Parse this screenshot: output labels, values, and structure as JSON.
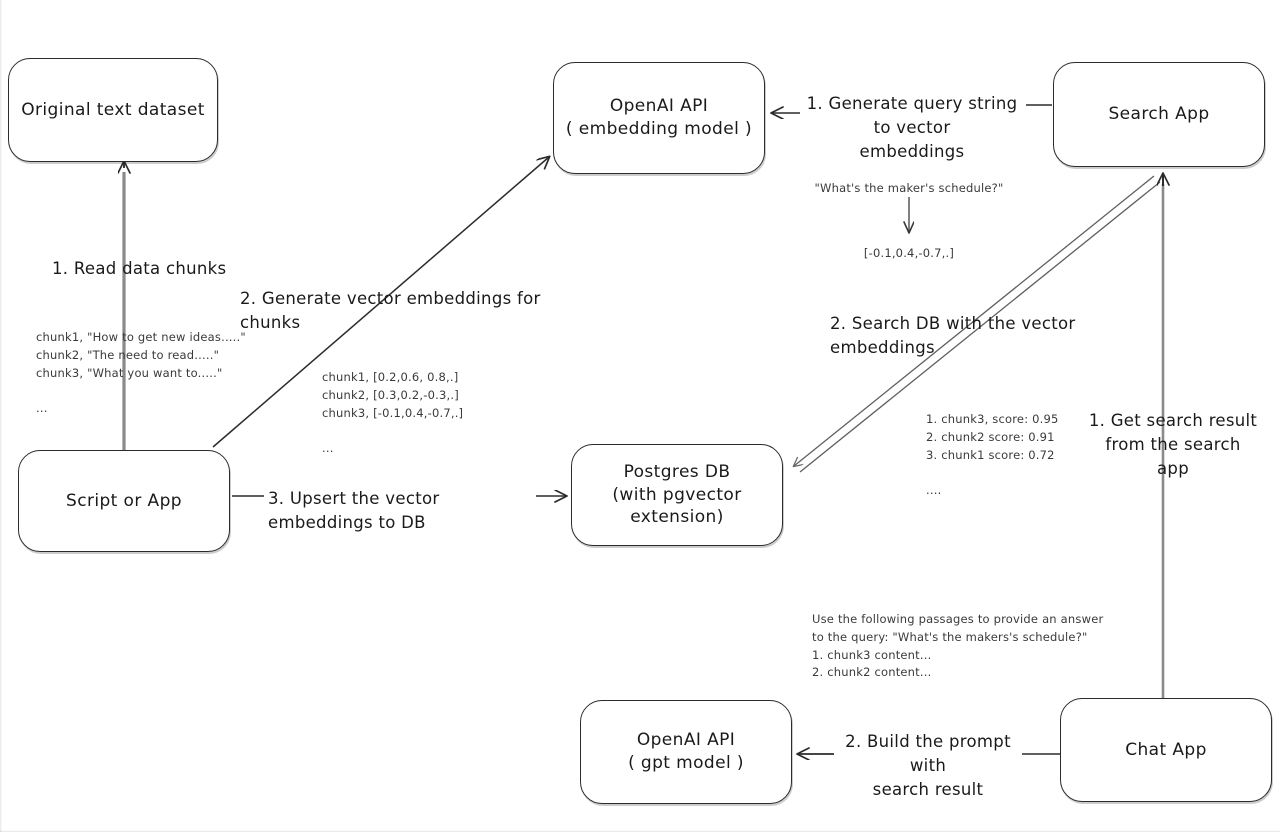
{
  "diagram": {
    "title": "RAG pipeline with OpenAI API and Postgres pgvector",
    "stroke_color": "#2b2b2b",
    "note_color": "#3a3a3a",
    "background": "#ffffff"
  },
  "nodes": {
    "original_dataset": {
      "line1": "Original text dataset",
      "line2": ""
    },
    "script_or_app": {
      "line1": "Script or App",
      "line2": ""
    },
    "openai_embedding": {
      "line1": "OpenAI API",
      "line2": "( embedding model )"
    },
    "postgres_db": {
      "line1": "Postgres DB",
      "line2": "(with pgvector extension)"
    },
    "search_app": {
      "line1": "Search App",
      "line2": ""
    },
    "chat_app": {
      "line1": "Chat App",
      "line2": ""
    },
    "openai_gpt": {
      "line1": "OpenAI API",
      "line2": "( gpt model )"
    }
  },
  "edge_labels": {
    "read_data_chunks": "1. Read data chunks",
    "generate_vector_embeddings": "2. Generate vector embeddings for chunks",
    "upsert_embeddings": "3. Upsert the vector embeddings  to DB",
    "generate_query_embeddings": "1. Generate query string to vector\nembeddings",
    "search_db": "2. Search DB with the vector embeddings",
    "get_search_result": "1. Get search result\nfrom the search app",
    "build_prompt": "2. Build the prompt with\nsearch result"
  },
  "notes": {
    "chunks_sample": "chunk1, \"How to get new ideas.....\"\nchunk2, \"The need to read.....\"\nchunk3, \"What you want to.....\"\n\n...",
    "chunk_embeddings_sample": "chunk1, [0.2,0.6, 0.8,.]\nchunk2, [0.3,0.2,-0.3,.]\nchunk3, [-0.1,0.4,-0.7,.]\n\n...",
    "query_string": "\"What's the maker's schedule?\"",
    "query_embedding": "[-0.1,0.4,-0.7,.]",
    "search_results": "1. chunk3, score: 0.95\n2. chunk2 score: 0.91\n3. chunk1 score: 0.72\n\n....",
    "prompt_sample": "Use the following passages to provide an answer\nto the query: \"What's the makers's schedule?\"\n1. chunk3 content...\n2. chunk2 content..."
  }
}
